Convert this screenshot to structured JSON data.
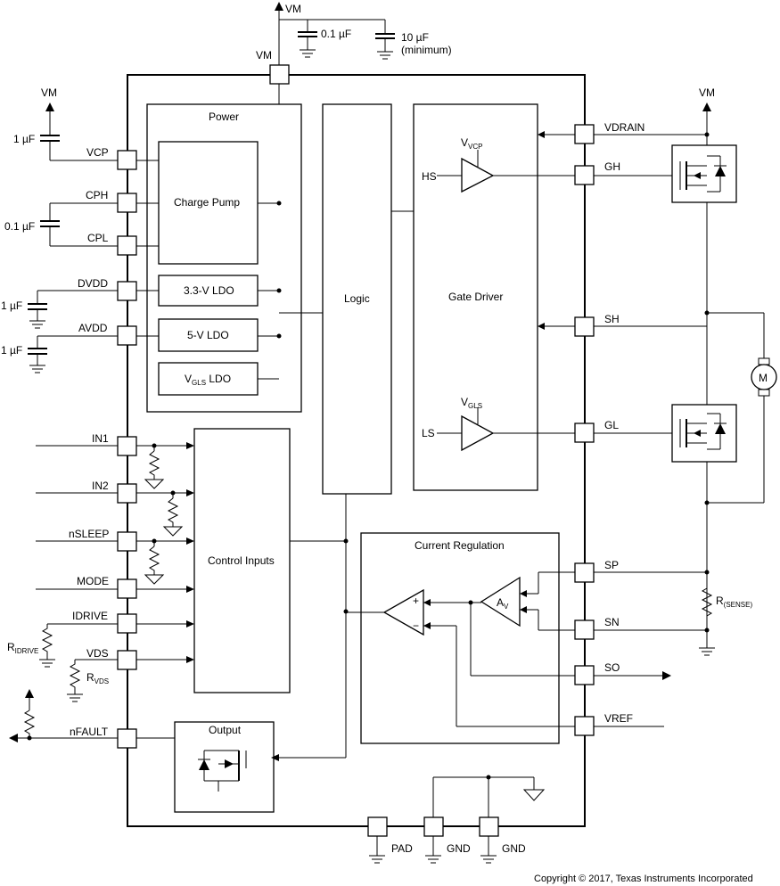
{
  "chip": {
    "blocks": {
      "power": "Power",
      "charge_pump": "Charge Pump",
      "ldo_33": "3.3-V LDO",
      "ldo_5": "5-V LDO",
      "vgls_ldo_main": "V",
      "vgls_ldo_sub": "GLS",
      "vgls_ldo_tail": " LDO",
      "logic": "Logic",
      "gate_driver": "Gate Driver",
      "control_inputs": "Control Inputs",
      "current_regulation": "Current Regulation",
      "output": "Output"
    },
    "pins_left": {
      "vcp": "VCP",
      "cph": "CPH",
      "cpl": "CPL",
      "dvdd": "DVDD",
      "avdd": "AVDD",
      "in1": "IN1",
      "in2": "IN2",
      "nsleep": "nSLEEP",
      "mode": "MODE",
      "idrive": "IDRIVE",
      "vds": "VDS",
      "nfault": "nFAULT"
    },
    "pins_right": {
      "vdrain": "VDRAIN",
      "gh": "GH",
      "sh": "SH",
      "gl": "GL",
      "sp": "SP",
      "sn": "SN",
      "so": "SO",
      "vref": "VREF"
    },
    "pins_bottom": {
      "pad": "PAD",
      "gnd1": "GND",
      "gnd2": "GND"
    },
    "pin_top": "VM"
  },
  "driver": {
    "hs": "HS",
    "ls": "LS",
    "vvcp_main": "V",
    "vvcp_sub": "VCP",
    "vgls_main": "V",
    "vgls_sub": "GLS",
    "amp_main": "A",
    "amp_sub": "V",
    "plus": "+",
    "minus": "−"
  },
  "external": {
    "vm_top": "VM",
    "vm_left": "VM",
    "vm_right": "VM",
    "cap_01uf_top": "0.1 µF",
    "cap_10uf": "10 µF",
    "cap_10uf_note": "(minimum)",
    "cap_vcp": "1 µF",
    "cap_cp": "0.1 µF",
    "cap_dvdd": "1 µF",
    "cap_avdd": "1 µF",
    "ridrive_main": "R",
    "ridrive_sub": "IDRIVE",
    "rvds_main": "R",
    "rvds_sub": "VDS",
    "rsense_main": "R",
    "rsense_sub": "(SENSE)",
    "motor": "M"
  },
  "footer": {
    "copyright": "Copyright © 2017, Texas Instruments Incorporated"
  }
}
